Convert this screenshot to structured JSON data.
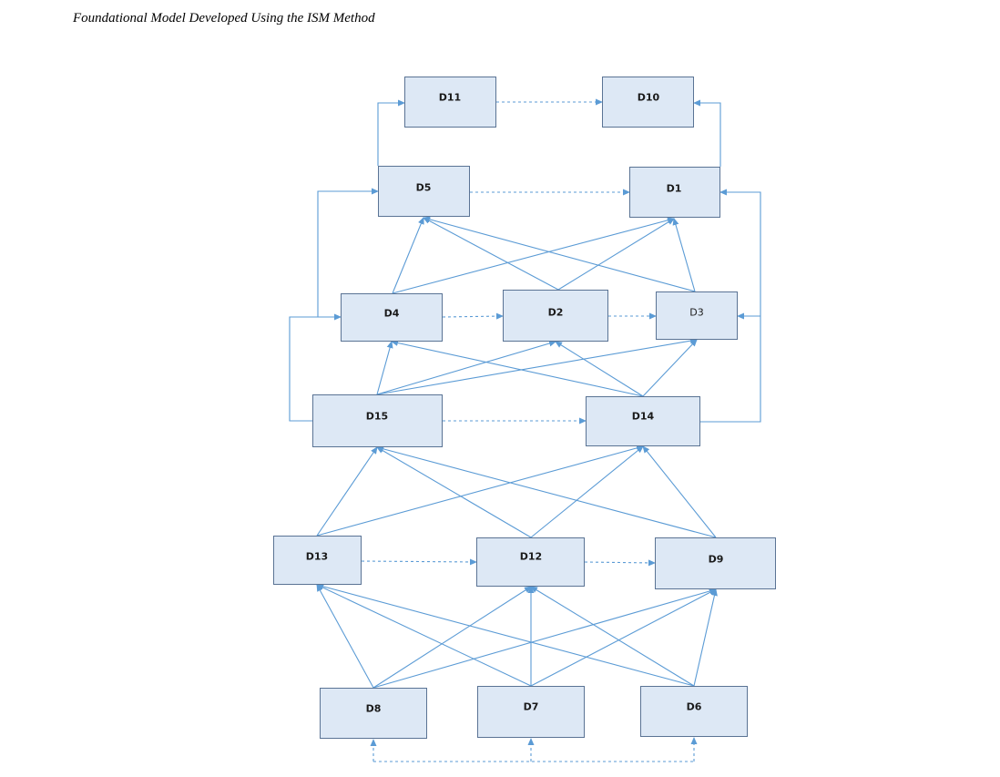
{
  "title": "Foundational Model Developed Using the ISM Method",
  "colors": {
    "arrow": "#5b9bd5",
    "node_fill": "#dde8f5",
    "node_border": "#5a7394"
  },
  "nodes": {
    "D11": "D11",
    "D10": "D10",
    "D5": "D5",
    "D1": "D1",
    "D4": "D4",
    "D2": "D2",
    "D3": "D3",
    "D15": "D15",
    "D14": "D14",
    "D13": "D13",
    "D12": "D12",
    "D9": "D9",
    "D8": "D8",
    "D7": "D7",
    "D6": "D6"
  },
  "relations": {
    "influences": [
      [
        "D5",
        "D11"
      ],
      [
        "D1",
        "D10"
      ],
      [
        "D15",
        "D5"
      ],
      [
        "D14",
        "D1"
      ],
      [
        "D4",
        "D5"
      ],
      [
        "D4",
        "D1"
      ],
      [
        "D2",
        "D5"
      ],
      [
        "D2",
        "D1"
      ],
      [
        "D3",
        "D5"
      ],
      [
        "D3",
        "D1"
      ],
      [
        "D15",
        "D4"
      ],
      [
        "D15",
        "D2"
      ],
      [
        "D15",
        "D3"
      ],
      [
        "D14",
        "D4"
      ],
      [
        "D14",
        "D2"
      ],
      [
        "D14",
        "D3"
      ],
      [
        "D13",
        "D15"
      ],
      [
        "D13",
        "D14"
      ],
      [
        "D12",
        "D15"
      ],
      [
        "D12",
        "D14"
      ],
      [
        "D9",
        "D15"
      ],
      [
        "D9",
        "D14"
      ],
      [
        "D8",
        "D13"
      ],
      [
        "D8",
        "D12"
      ],
      [
        "D8",
        "D9"
      ],
      [
        "D7",
        "D13"
      ],
      [
        "D7",
        "D12"
      ],
      [
        "D7",
        "D9"
      ],
      [
        "D6",
        "D13"
      ],
      [
        "D6",
        "D12"
      ],
      [
        "D6",
        "D9"
      ]
    ],
    "mutual": [
      [
        "D11",
        "D10"
      ],
      [
        "D5",
        "D1"
      ],
      [
        "D4",
        "D2"
      ],
      [
        "D2",
        "D3"
      ],
      [
        "D15",
        "D14"
      ],
      [
        "D13",
        "D12"
      ],
      [
        "D12",
        "D9"
      ],
      [
        "D8",
        "D7",
        "D6"
      ]
    ]
  }
}
